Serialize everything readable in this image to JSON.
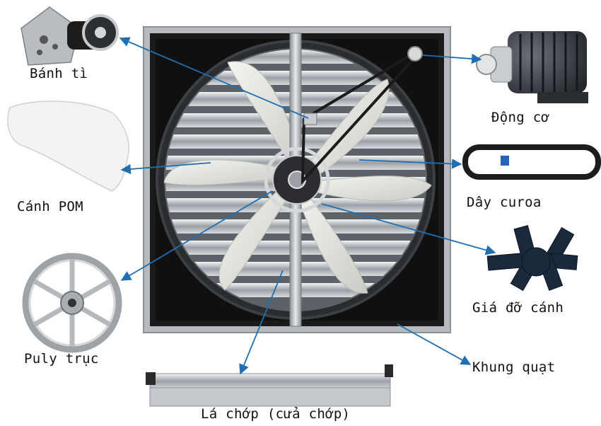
{
  "labels": {
    "banh_ti": "Bánh tì",
    "canh_pom": "Cánh POM",
    "puly_truc": "Puly trục",
    "la_chop": "Lá chớp (cửa chớp)",
    "dong_co": "Động cơ",
    "day_curoa": "Dây curoa",
    "gia_do_canh": "Giá đỡ cánh",
    "khung_quat": "Khung quạt"
  },
  "colors": {
    "arrow": "#1f6fb2",
    "frame": "#a9adb1",
    "blade": "#e9ece6",
    "housing": "#111111"
  }
}
